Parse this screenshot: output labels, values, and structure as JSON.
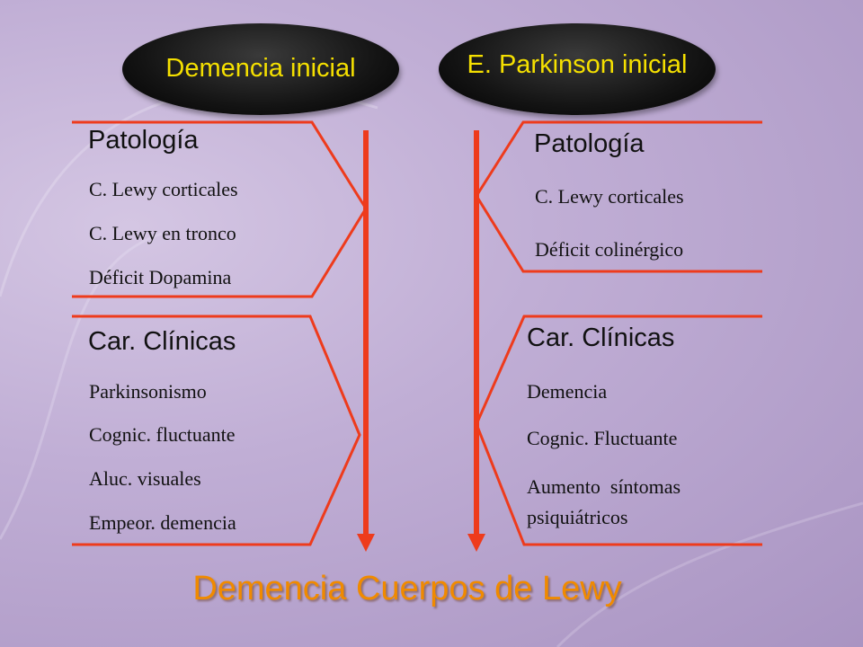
{
  "left": {
    "oval_label": "Demencia inicial",
    "pathology": {
      "header": "Patología",
      "items": [
        "C. Lewy corticales",
        "C. Lewy en tronco",
        "Déficit Dopamina"
      ]
    },
    "clinical": {
      "header": "Car. Clínicas",
      "items": [
        "Parkinsonismo",
        "Cognic. fluctuante",
        "Aluc. visuales",
        "Empeor. demencia"
      ]
    }
  },
  "right": {
    "oval_label": "E. Parkinson inicial",
    "pathology": {
      "header": "Patología",
      "items": [
        "C. Lewy corticales",
        "Déficit colinérgico"
      ]
    },
    "clinical": {
      "header": "Car. Clínicas",
      "items": [
        "Demencia",
        "Cognic. Fluctuante",
        "Aumento  síntomas",
        "psiquiátricos"
      ]
    }
  },
  "conclusion": "Demencia Cuerpos de Lewy",
  "colors": {
    "line": "#ee3b1c",
    "oval_text": "#f5e000",
    "conclusion_text": "#f08a00"
  }
}
